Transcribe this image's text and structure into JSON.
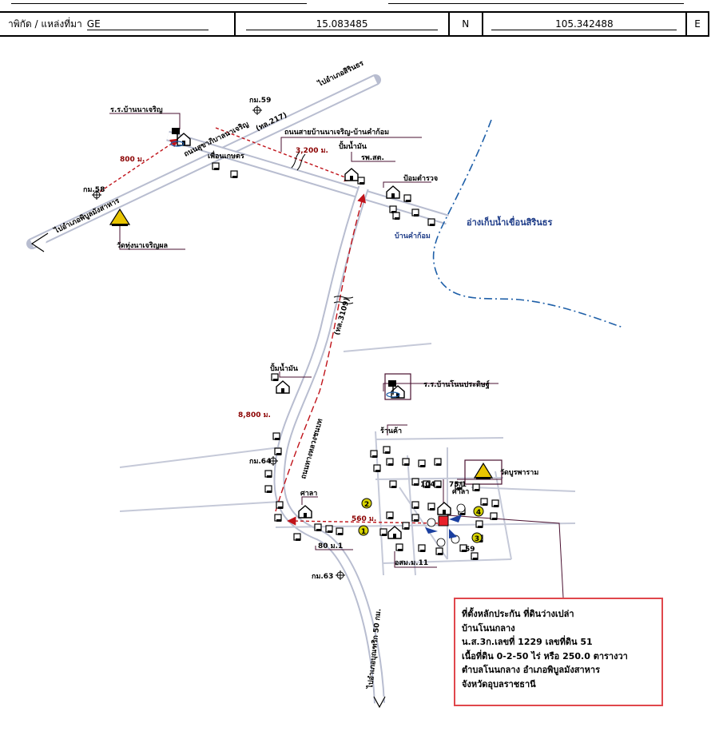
{
  "header": {
    "source_label": "าพิกัด / แหล่งที่มา",
    "source_value": "GE",
    "latitude": "15.083485",
    "lat_dir": "N",
    "longitude": "105.342488",
    "lon_dir": "E"
  },
  "map": {
    "roads": {
      "main_road_upper": "ถนนสุขาภิบาลนาเจริญ",
      "main_road_upper_code": "(ทล.217)",
      "side_road": "ถนนสายบ้านนาเจริญ-บ้านคำก้อม",
      "vertical_road": "ถนนทางหลวงชนบท",
      "vertical_road_code": "(ทล.3109)",
      "to_nachaluai": "ไปอำเภอสิรินธร",
      "to_phibun": "ไปอำเภอพิบูลมังสาหาร",
      "to_bottom": "ไปอำเภอบุณฑริก 50 กม."
    },
    "markers": {
      "km59": "กม.59",
      "km58": "กม.58",
      "km64": "กม.64",
      "km63": "กม.63"
    },
    "places": {
      "school_najaroen": "ร.ร.บ้านนาเจริญ",
      "temple_najaroen": "วัดทุ่งนาเจริญผล",
      "petrol_pump_top": "ปั้มน้ำมัน",
      "hospital": "รพ.สต.",
      "farm_office": "เพื่อนเกษตร",
      "police_box": "ป้อมตำรวจ",
      "reservoir": "อ่างเก็บน้ำเขื่อนสิรินธร",
      "village_khamkom": "บ้านคำก้อม",
      "petrol_pump_mid": "ปั้มน้ำมัน",
      "school_nonprasit": "ร.ร.บ้านโนนประดิษฐ์",
      "shop": "ร้านค้า",
      "temple_burapharam": "วัดบูรพาราม",
      "sala_right": "ศาลา",
      "sala_left": "ศาลา",
      "health_center": "อสม.ม.11",
      "house_80": "80 ม.1",
      "house_104": "104",
      "house_75": "75/1",
      "house_59": "59"
    },
    "distances": {
      "d800": "800 ม.",
      "d3200": "3,200 ม.",
      "d8800": "8,800 ม.",
      "d560": "560 ม."
    },
    "numbered_points": [
      "1",
      "2",
      "3",
      "4"
    ]
  },
  "info": {
    "line1": "ที่ตั้งหลักประกัน ที่ดินว่างเปล่า",
    "line2": "บ้านโนนกลาง",
    "line3": "น.ส.3ก.เลขที่ 1229  เลขที่ดิน 51",
    "line4": "เนื้อที่ดิน 0-2-50 ไร่ หรือ 250.0 ตารางวา",
    "line5": "ตำบลโนนกลาง  อำเภอพิบูลมังสาหาร",
    "line6": "จังหวัดอุบลราชธานี"
  },
  "colors": {
    "route": "#c0131a",
    "river": "#1e5fa8",
    "road": "#b8bdd0",
    "infobox_border": "#e0474c",
    "site": "#e8202a",
    "point_fill": "#d8d400"
  }
}
